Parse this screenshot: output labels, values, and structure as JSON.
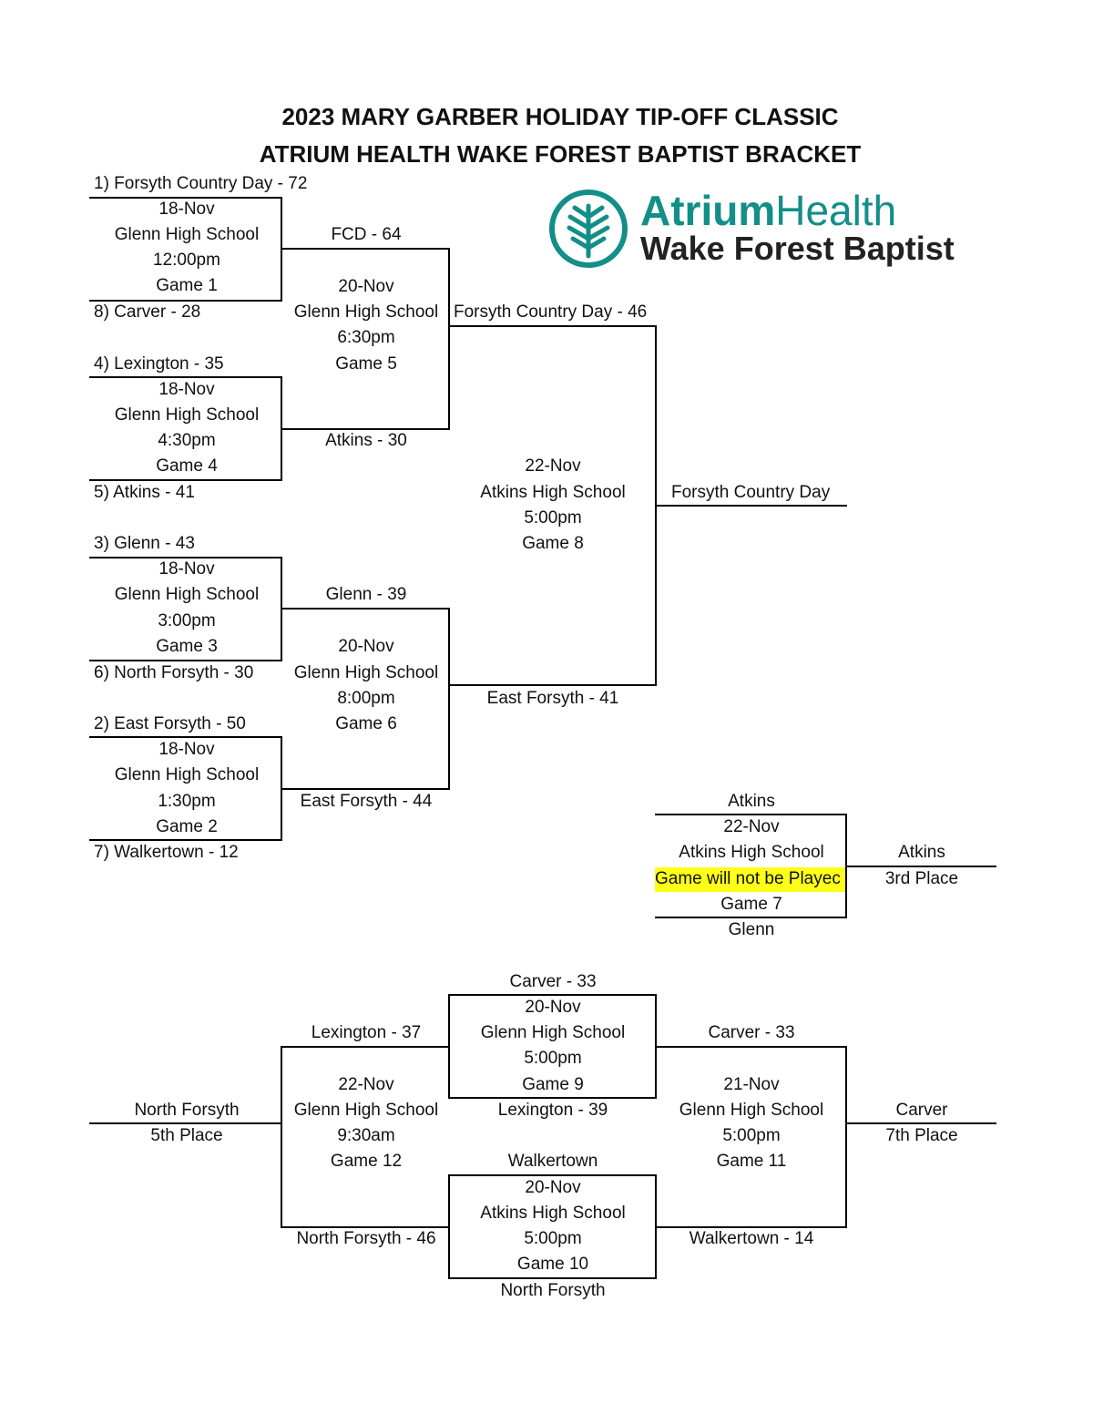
{
  "title_line1": "2023 MARY GARBER HOLIDAY TIP-OFF CLASSIC",
  "title_line2": "ATRIUM HEALTH WAKE FOREST BAPTIST BRACKET",
  "logo": {
    "icon": "atrium-tree-logo-icon",
    "word_bold": "Atrium",
    "word_light": "Health",
    "line2": "Wake Forest Baptist",
    "color": "#138e88"
  },
  "round1": {
    "g1": {
      "top": "1)  Forsyth Country Day - 72",
      "bottom": "8)  Carver - 28",
      "date": "18-Nov",
      "site": "Glenn High School",
      "time": "12:00pm",
      "game": "Game 1"
    },
    "g4": {
      "top": "4)  Lexington - 35",
      "bottom": "5)  Atkins - 41",
      "date": "18-Nov",
      "site": "Glenn High School",
      "time": "4:30pm",
      "game": "Game 4"
    },
    "g3": {
      "top": "3)  Glenn - 43",
      "bottom": "6)  North Forsyth - 30",
      "date": "18-Nov",
      "site": "Glenn High School",
      "time": "3:00pm",
      "game": "Game 3"
    },
    "g2": {
      "top": "2)  East Forsyth - 50",
      "bottom": "7)  Walkertown - 12",
      "date": "18-Nov",
      "site": "Glenn High School",
      "time": "1:30pm",
      "game": "Game 2"
    }
  },
  "round2": {
    "g5": {
      "top": "FCD - 64",
      "bottom": "Atkins - 30",
      "date": "20-Nov",
      "site": "Glenn High School",
      "time": "6:30pm",
      "game": "Game 5"
    },
    "g6": {
      "top": "Glenn - 39",
      "bottom": "East Forsyth - 44",
      "date": "20-Nov",
      "site": "Glenn High School",
      "time": "8:00pm",
      "game": "Game 6"
    }
  },
  "final": {
    "top": "Forsyth Country Day - 46",
    "bottom": "East Forsyth - 41",
    "date": "22-Nov",
    "site": "Atkins High School",
    "time": "5:00pm",
    "game": "Game 8",
    "champion": "Forsyth Country Day"
  },
  "third": {
    "top": "Atkins",
    "bottom": "Glenn",
    "date": "22-Nov",
    "site": "Atkins High School",
    "note": "Game will not be Playec",
    "game": "Game 7",
    "winner": "Atkins",
    "place": "3rd Place",
    "highlight": "#ffff1a"
  },
  "consolation": {
    "g9": {
      "top": "Carver - 33",
      "bottom": "Lexington - 39",
      "date": "20-Nov",
      "site": "Glenn High School",
      "time": "5:00pm",
      "game": "Game 9"
    },
    "g10": {
      "top": "Walkertown",
      "bottom": "North Forsyth",
      "date": "20-Nov",
      "site": "Atkins High School",
      "time": "5:00pm",
      "game": "Game 10"
    },
    "g12": {
      "top": "Lexington - 37",
      "bottom": "North Forsyth - 46",
      "date": "22-Nov",
      "site": "Glenn High School",
      "time": "9:30am",
      "game": "Game 12",
      "winner": "North Forsyth",
      "place": "5th Place"
    },
    "g11": {
      "top": "Carver - 33",
      "bottom": "Walkertown - 14",
      "date": "21-Nov",
      "site": "Glenn High School",
      "time": "5:00pm",
      "game": "Game 11",
      "winner": "Carver",
      "place": "7th Place"
    }
  }
}
